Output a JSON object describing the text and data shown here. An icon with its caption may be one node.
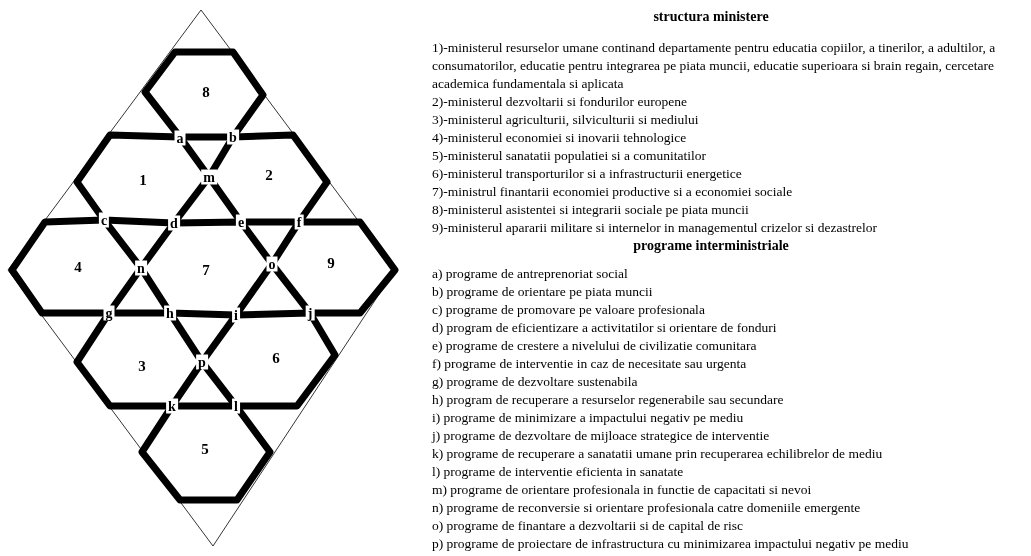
{
  "diagram": {
    "nodes": [
      {
        "text": [
          "8"
        ]
      },
      {
        "text": [
          "1"
        ]
      },
      {
        "text": [
          "2"
        ]
      },
      {
        "text": [
          "4"
        ]
      },
      {
        "text": [
          "7"
        ]
      },
      {
        "text": [
          "9"
        ]
      },
      {
        "text": [
          "3"
        ]
      },
      {
        "text": [
          "6"
        ]
      },
      {
        "text": [
          "5"
        ]
      }
    ],
    "edges": [],
    "labels": [
      "a",
      "b",
      "m",
      "c",
      "d",
      "e",
      "f",
      "n",
      "o",
      "g",
      "h",
      "i",
      "j",
      "p",
      "k",
      "l",
      "structura ministere",
      "1)-ministerul resurselor umane continand departamente pentru educatia copiilor, a tinerilor, a adultilor, a consumatorilor, educatie pentru integrarea pe piata muncii, educatie superioara si brain regain, cercetare academica fundamentala si aplicata",
      "2)-ministerul dezvoltarii si fondurilor europene",
      "3)-ministerul agriculturii, silviculturii si mediului",
      "4)-ministerul economiei si inovarii tehnologice",
      "5)-ministerul sanatatii populatiei si a comunitatilor",
      "6)-ministerul transporturilor si a infrastructurii energetice",
      "7)-ministrul finantarii economiei productive si a economiei sociale",
      "8)-ministerul asistentei si integrarii sociale pe piata muncii",
      "9)-ministerul apararii militare si internelor in managementul crizelor si dezastrelor",
      "programe interministriale",
      "a) programe de antreprenoriat social",
      "b) programe de orientare pe piata muncii",
      "c) programe de promovare pe valoare profesionala",
      "d) program de eficientizare a activitatilor si orientare de fonduri",
      "e) programe de crestere a nivelului de civilizatie comunitara",
      "f) programe de interventie in caz de necesitate sau urgenta",
      "g) programe de dezvoltare sustenabila",
      "h) program de recuperare a resurselor regenerabile sau secundare",
      "i) programe de minimizare a impactului negativ pe mediu",
      "j) programe de dezvoltare de mijloace strategice de interventie",
      "k) programe de recuperare a sanatatii umane prin recuperarea echilibrelor de mediu",
      "l) programe de interventie eficienta in sanatate",
      "m) programe de orientare profesionala in functie de capacitati si nevoi",
      "n) programe de reconversie si orientare profesionala catre domeniile emergente",
      "o) programe de finantare a dezvoltarii si de capital de risc",
      "p) programe de proiectare de infrastructura cu minimizarea impactului negativ pe mediu"
    ]
  }
}
